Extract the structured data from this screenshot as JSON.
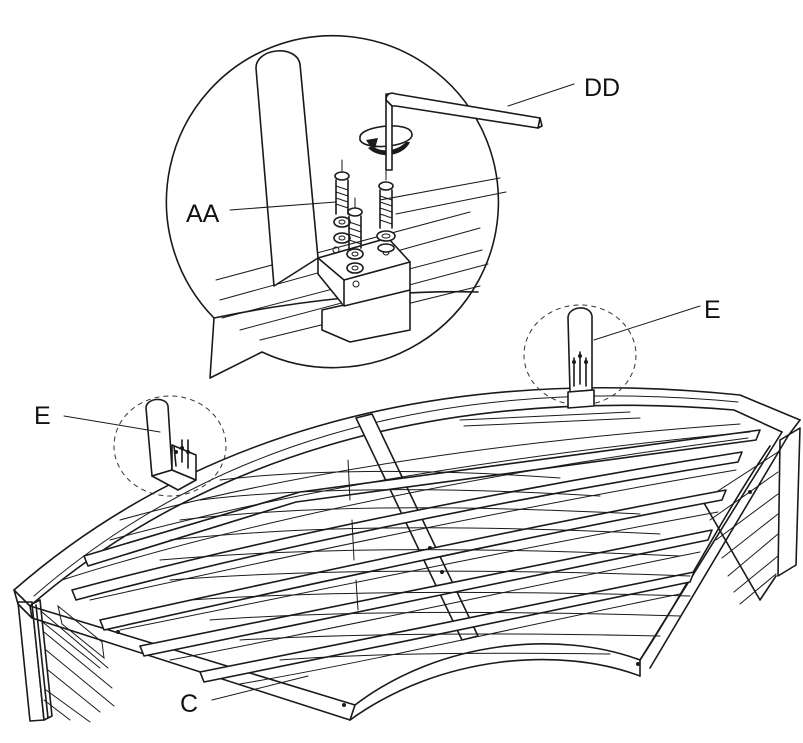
{
  "labels": {
    "aa": "AA",
    "dd": "DD",
    "e_right": "E",
    "e_left": "E",
    "c": "C"
  }
}
